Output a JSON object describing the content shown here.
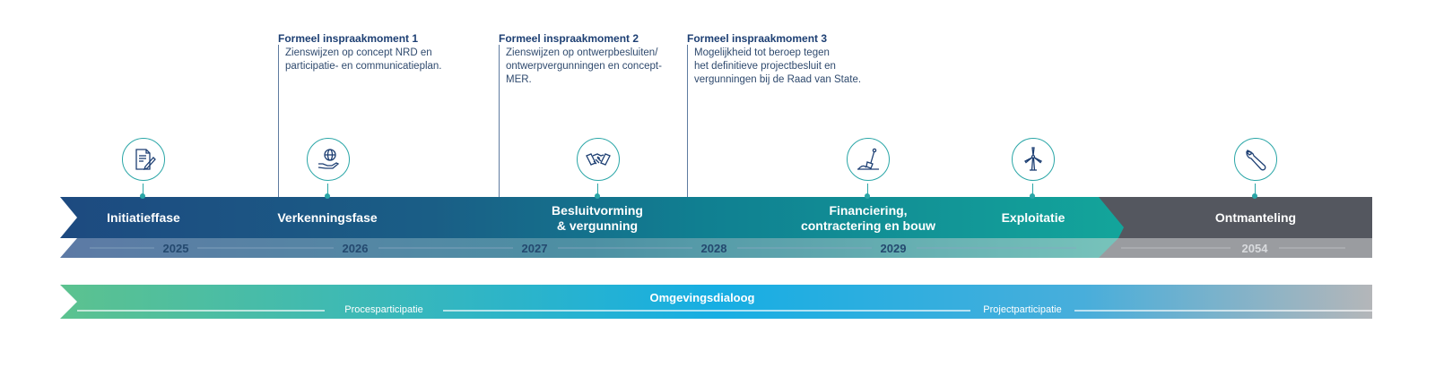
{
  "inspraakmomenten": [
    {
      "title": "Formeel inspraakmoment 1",
      "lines": [
        "Zienswijzen op concept NRD en",
        "participatie- en communicatieplan."
      ]
    },
    {
      "title": "Formeel inspraakmoment 2",
      "lines": [
        "Zienswijzen op ontwerpbesluiten/",
        "ontwerpvergunningen en concept-",
        "MER."
      ]
    },
    {
      "title": "Formeel inspraakmoment 3",
      "lines": [
        "Mogelijkheid tot beroep tegen",
        "het definitieve projectbesluit en",
        "vergunningen bij de Raad van State."
      ]
    }
  ],
  "phases": [
    {
      "label": "Initiatieffase",
      "icon": "document-pen-icon"
    },
    {
      "label": "Verkenningsfase",
      "icon": "globe-hand-icon"
    },
    {
      "label_line1": "Besluitvorming",
      "label_line2": "& vergunning",
      "icon": "handshake-icon"
    },
    {
      "label_line1": "Financiering,",
      "label_line2": "contractering en bouw",
      "icon": "shovel-icon"
    },
    {
      "label": "Exploitatie",
      "icon": "wind-turbine-icon"
    },
    {
      "label": "Ontmanteling",
      "icon": "wrench-icon"
    }
  ],
  "years": [
    "2025",
    "2026",
    "2027",
    "2028",
    "2029",
    "2054"
  ],
  "dialog": {
    "title": "Omgevingsdialoog",
    "left": "Procesparticipatie",
    "right": "Projectparticipatie"
  },
  "colors": {
    "navy": "#1d4a80",
    "teal": "#13a59b",
    "grey": "#54575f",
    "dialog_green": "#5cc28f",
    "dialog_blue": "#17aee3",
    "dialog_grey": "#b4b6b9"
  }
}
